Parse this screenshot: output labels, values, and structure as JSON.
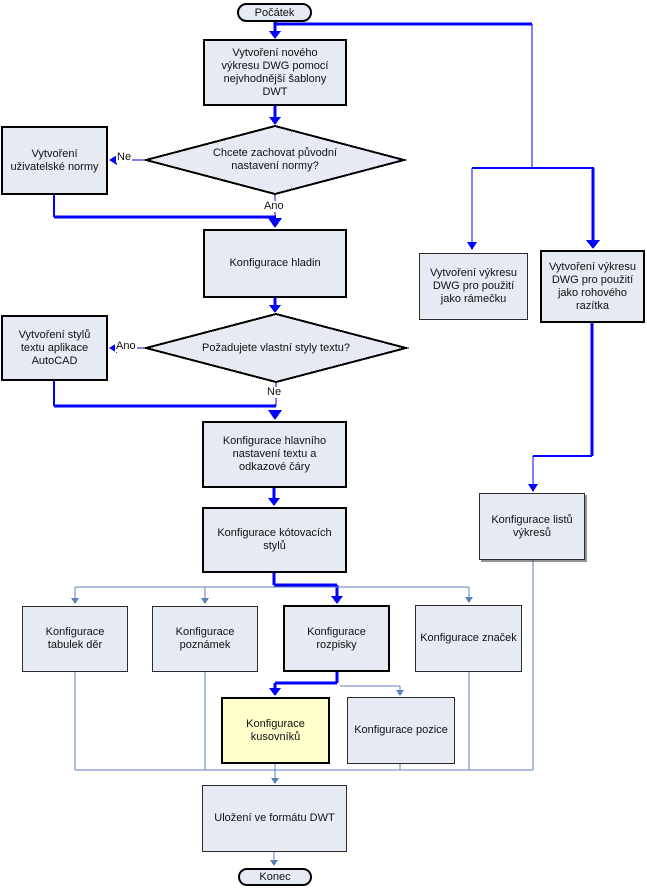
{
  "diagram": {
    "colors": {
      "node_fill": "#e6eaf2",
      "highlight_fill": "#ffffcc",
      "node_border": "#000000",
      "flow_primary": "#0000ff",
      "flow_secondary": "#5b7fb9",
      "text": "#111111",
      "background": "#ffffff"
    },
    "nodes": {
      "start": {
        "type": "terminator",
        "label": "Počátek"
      },
      "create_drawing": {
        "type": "process",
        "label": "Vytvoření nového výkresu DWG pomocí nejvhodnější šablony DWT"
      },
      "keep_norm": {
        "type": "decision",
        "label": "Chcete zachovat původní nastavení normy?"
      },
      "user_norm": {
        "type": "process",
        "label": "Vytvoření uživatelské normy"
      },
      "layers": {
        "type": "process",
        "label": "Konfigurace hladin"
      },
      "own_text_styles": {
        "type": "decision",
        "label": "Požadujete vlastní styly textu?"
      },
      "text_styles": {
        "type": "process",
        "label": "Vytvoření stylů textu aplikace AutoCAD"
      },
      "main_text": {
        "type": "process",
        "label": "Konfigurace hlavního nastavení textu a odkazové čáry"
      },
      "dim_styles": {
        "type": "process",
        "label": "Konfigurace kótovacích stylů"
      },
      "hole_tables": {
        "type": "process",
        "label": "Konfigurace tabulek děr"
      },
      "notes": {
        "type": "process",
        "label": "Konfigurace poznámek"
      },
      "parts_list": {
        "type": "process",
        "label": "Konfigurace rozpisky"
      },
      "symbols": {
        "type": "process",
        "label": "Konfigurace značek"
      },
      "boms": {
        "type": "process",
        "label": "Konfigurace kusovníků"
      },
      "balloons": {
        "type": "process",
        "label": "Konfigurace pozice"
      },
      "save_dwt": {
        "type": "process",
        "label": "Uložení ve formátu DWT"
      },
      "frame_drawing": {
        "type": "process",
        "label": "Vytvoření výkresu DWG pro použití jako rámečku"
      },
      "title_block_drawing": {
        "type": "process",
        "label": "Vytvoření výkresu DWG pro použití jako rohového razítka"
      },
      "sheet_config": {
        "type": "process",
        "label": "Konfigurace listů výkresů"
      },
      "end": {
        "type": "terminator",
        "label": "Konec"
      }
    },
    "edge_labels": {
      "keep_norm_no": "Ne",
      "keep_norm_yes": "Ano",
      "own_styles_yes": "Ano",
      "own_styles_no": "Ne"
    }
  }
}
